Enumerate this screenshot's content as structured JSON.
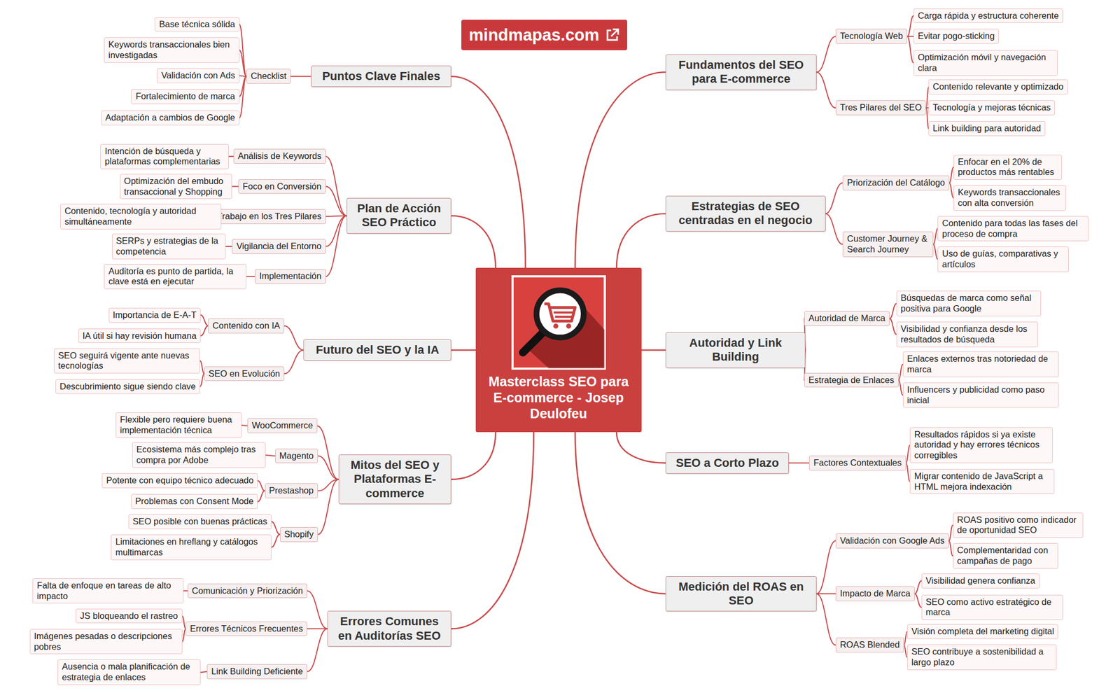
{
  "diagram": {
    "nodes": [
      {
        "text": [
          "Masterclass SEO para E-commerce - Josep Deulofeu"
        ]
      },
      {
        "text": [
          "Fundamentos del SEO para E-commerce"
        ]
      },
      {
        "text": [
          "Tecnología Web"
        ]
      },
      {
        "text": [
          "Carga rápida y estructura coherente"
        ]
      },
      {
        "text": [
          "Evitar pogo-sticking"
        ]
      },
      {
        "text": [
          "Optimización móvil y navegación clara"
        ]
      },
      {
        "text": [
          "Tres Pilares del SEO"
        ]
      },
      {
        "text": [
          "Contenido relevante y optimizado"
        ]
      },
      {
        "text": [
          "Tecnología y mejoras técnicas"
        ]
      },
      {
        "text": [
          "Link building para autoridad"
        ]
      },
      {
        "text": [
          "Estrategias de SEO centradas en el negocio"
        ]
      },
      {
        "text": [
          "Priorización del Catálogo"
        ]
      },
      {
        "text": [
          "Enfocar en el 20% de productos más rentables"
        ]
      },
      {
        "text": [
          "Keywords transaccionales con alta conversión"
        ]
      },
      {
        "text": [
          "Customer Journey & Search Journey"
        ]
      },
      {
        "text": [
          "Contenido para todas las fases del proceso de compra"
        ]
      },
      {
        "text": [
          "Uso de guías, comparativas y artículos"
        ]
      },
      {
        "text": [
          "Autoridad y Link Building"
        ]
      },
      {
        "text": [
          "Autoridad de Marca"
        ]
      },
      {
        "text": [
          "Búsquedas de marca como señal positiva para Google"
        ]
      },
      {
        "text": [
          "Visibilidad y confianza desde los resultados de búsqueda"
        ]
      },
      {
        "text": [
          "Estrategia de Enlaces"
        ]
      },
      {
        "text": [
          "Enlaces externos tras notoriedad de marca"
        ]
      },
      {
        "text": [
          "Influencers y publicidad como paso inicial"
        ]
      },
      {
        "text": [
          "SEO a Corto Plazo"
        ]
      },
      {
        "text": [
          "Factores Contextuales"
        ]
      },
      {
        "text": [
          "Resultados rápidos si ya existe autoridad y hay errores técnicos corregibles"
        ]
      },
      {
        "text": [
          "Migrar contenido de JavaScript a HTML mejora indexación"
        ]
      },
      {
        "text": [
          "Medición del ROAS en SEO"
        ]
      },
      {
        "text": [
          "Validación con Google Ads"
        ]
      },
      {
        "text": [
          "ROAS positivo como indicador de oportunidad SEO"
        ]
      },
      {
        "text": [
          "Complementaridad con campañas de pago"
        ]
      },
      {
        "text": [
          "Impacto de Marca"
        ]
      },
      {
        "text": [
          "Visibilidad genera confianza"
        ]
      },
      {
        "text": [
          "SEO como activo estratégico de marca"
        ]
      },
      {
        "text": [
          "ROAS Blended"
        ]
      },
      {
        "text": [
          "Visión completa del marketing digital"
        ]
      },
      {
        "text": [
          "SEO contribuye a sostenibilidad a largo plazo"
        ]
      },
      {
        "text": [
          "Puntos Clave Finales"
        ]
      },
      {
        "text": [
          "Checklist"
        ]
      },
      {
        "text": [
          "Base técnica sólida"
        ]
      },
      {
        "text": [
          "Keywords transaccionales bien investigadas"
        ]
      },
      {
        "text": [
          "Validación con Ads"
        ]
      },
      {
        "text": [
          "Fortalecimiento de marca"
        ]
      },
      {
        "text": [
          "Adaptación a cambios de Google"
        ]
      },
      {
        "text": [
          "Plan de Acción SEO Práctico"
        ]
      },
      {
        "text": [
          "Análisis de Keywords"
        ]
      },
      {
        "text": [
          "Intención de búsqueda y plataformas complementarias"
        ]
      },
      {
        "text": [
          "Foco en Conversión"
        ]
      },
      {
        "text": [
          "Optimización del embudo transaccional y Shopping"
        ]
      },
      {
        "text": [
          "Trabajo en los Tres Pilares"
        ]
      },
      {
        "text": [
          "Contenido, tecnología y autoridad simultáneamente"
        ]
      },
      {
        "text": [
          "Vigilancia del Entorno"
        ]
      },
      {
        "text": [
          "SERPs y estrategias de la competencia"
        ]
      },
      {
        "text": [
          "Implementación"
        ]
      },
      {
        "text": [
          "Auditoría es punto de partida, la clave está en ejecutar"
        ]
      },
      {
        "text": [
          "Futuro del SEO y la IA"
        ]
      },
      {
        "text": [
          "Contenido con IA"
        ]
      },
      {
        "text": [
          "Importancia de E-A-T"
        ]
      },
      {
        "text": [
          "IA útil si hay revisión humana"
        ]
      },
      {
        "text": [
          "SEO en Evolución"
        ]
      },
      {
        "text": [
          "SEO seguirá vigente ante nuevas tecnologías"
        ]
      },
      {
        "text": [
          "Descubrimiento sigue siendo clave"
        ]
      },
      {
        "text": [
          "Mitos del SEO y Plataformas E-commerce"
        ]
      },
      {
        "text": [
          "WooCommerce"
        ]
      },
      {
        "text": [
          "Flexible pero requiere buena implementación técnica"
        ]
      },
      {
        "text": [
          "Magento"
        ]
      },
      {
        "text": [
          "Ecosistema más complejo tras compra por Adobe"
        ]
      },
      {
        "text": [
          "Prestashop"
        ]
      },
      {
        "text": [
          "Potente con equipo técnico adecuado"
        ]
      },
      {
        "text": [
          "Problemas con Consent Mode"
        ]
      },
      {
        "text": [
          "Shopify"
        ]
      },
      {
        "text": [
          "SEO posible con buenas prácticas"
        ]
      },
      {
        "text": [
          "Limitaciones en hreflang y catálogos multimarcas"
        ]
      },
      {
        "text": [
          "Errores Comunes en Auditorías SEO"
        ]
      },
      {
        "text": [
          "Comunicación y Priorización"
        ]
      },
      {
        "text": [
          "Falta de enfoque en tareas de alto impacto"
        ]
      },
      {
        "text": [
          "Errores Técnicos Frecuentes"
        ]
      },
      {
        "text": [
          "JS bloqueando el rastreo"
        ]
      },
      {
        "text": [
          "Imágenes pesadas o descripciones pobres"
        ]
      },
      {
        "text": [
          "Link Building Deficiente"
        ]
      },
      {
        "text": [
          "Ausencia o mala planificación de estrategia de enlaces"
        ]
      }
    ],
    "edges": [
      {
        "from": 0,
        "to": 1,
        "arrow": "none"
      },
      {
        "from": 1,
        "to": 2,
        "arrow": "none"
      },
      {
        "from": 2,
        "to": 3,
        "arrow": "none"
      },
      {
        "from": 2,
        "to": 4,
        "arrow": "none"
      },
      {
        "from": 2,
        "to": 5,
        "arrow": "none"
      },
      {
        "from": 1,
        "to": 6,
        "arrow": "none"
      },
      {
        "from": 6,
        "to": 7,
        "arrow": "none"
      },
      {
        "from": 6,
        "to": 8,
        "arrow": "none"
      },
      {
        "from": 6,
        "to": 9,
        "arrow": "none"
      },
      {
        "from": 0,
        "to": 10,
        "arrow": "none"
      },
      {
        "from": 10,
        "to": 11,
        "arrow": "none"
      },
      {
        "from": 11,
        "to": 12,
        "arrow": "none"
      },
      {
        "from": 11,
        "to": 13,
        "arrow": "none"
      },
      {
        "from": 10,
        "to": 14,
        "arrow": "none"
      },
      {
        "from": 14,
        "to": 15,
        "arrow": "none"
      },
      {
        "from": 14,
        "to": 16,
        "arrow": "none"
      },
      {
        "from": 0,
        "to": 17,
        "arrow": "none"
      },
      {
        "from": 17,
        "to": 18,
        "arrow": "none"
      },
      {
        "from": 18,
        "to": 19,
        "arrow": "none"
      },
      {
        "from": 18,
        "to": 20,
        "arrow": "none"
      },
      {
        "from": 17,
        "to": 21,
        "arrow": "none"
      },
      {
        "from": 21,
        "to": 22,
        "arrow": "none"
      },
      {
        "from": 21,
        "to": 23,
        "arrow": "none"
      },
      {
        "from": 0,
        "to": 24,
        "arrow": "none"
      },
      {
        "from": 24,
        "to": 25,
        "arrow": "none"
      },
      {
        "from": 25,
        "to": 26,
        "arrow": "none"
      },
      {
        "from": 25,
        "to": 27,
        "arrow": "none"
      },
      {
        "from": 0,
        "to": 28,
        "arrow": "none"
      },
      {
        "from": 28,
        "to": 29,
        "arrow": "none"
      },
      {
        "from": 29,
        "to": 30,
        "arrow": "none"
      },
      {
        "from": 29,
        "to": 31,
        "arrow": "none"
      },
      {
        "from": 28,
        "to": 32,
        "arrow": "none"
      },
      {
        "from": 32,
        "to": 33,
        "arrow": "none"
      },
      {
        "from": 32,
        "to": 34,
        "arrow": "none"
      },
      {
        "from": 28,
        "to": 35,
        "arrow": "none"
      },
      {
        "from": 35,
        "to": 36,
        "arrow": "none"
      },
      {
        "from": 35,
        "to": 37,
        "arrow": "none"
      },
      {
        "from": 0,
        "to": 38,
        "arrow": "none"
      },
      {
        "from": 38,
        "to": 39,
        "arrow": "none"
      },
      {
        "from": 39,
        "to": 40,
        "arrow": "none"
      },
      {
        "from": 39,
        "to": 41,
        "arrow": "none"
      },
      {
        "from": 39,
        "to": 42,
        "arrow": "none"
      },
      {
        "from": 39,
        "to": 43,
        "arrow": "none"
      },
      {
        "from": 39,
        "to": 44,
        "arrow": "none"
      },
      {
        "from": 0,
        "to": 45,
        "arrow": "none"
      },
      {
        "from": 45,
        "to": 46,
        "arrow": "none"
      },
      {
        "from": 46,
        "to": 47,
        "arrow": "none"
      },
      {
        "from": 45,
        "to": 48,
        "arrow": "none"
      },
      {
        "from": 48,
        "to": 49,
        "arrow": "none"
      },
      {
        "from": 45,
        "to": 50,
        "arrow": "none"
      },
      {
        "from": 50,
        "to": 51,
        "arrow": "none"
      },
      {
        "from": 45,
        "to": 52,
        "arrow": "none"
      },
      {
        "from": 52,
        "to": 53,
        "arrow": "none"
      },
      {
        "from": 45,
        "to": 54,
        "arrow": "none"
      },
      {
        "from": 54,
        "to": 55,
        "arrow": "none"
      },
      {
        "from": 0,
        "to": 56,
        "arrow": "none"
      },
      {
        "from": 56,
        "to": 57,
        "arrow": "none"
      },
      {
        "from": 57,
        "to": 58,
        "arrow": "none"
      },
      {
        "from": 57,
        "to": 59,
        "arrow": "none"
      },
      {
        "from": 56,
        "to": 60,
        "arrow": "none"
      },
      {
        "from": 60,
        "to": 61,
        "arrow": "none"
      },
      {
        "from": 60,
        "to": 62,
        "arrow": "none"
      },
      {
        "from": 0,
        "to": 63,
        "arrow": "none"
      },
      {
        "from": 63,
        "to": 64,
        "arrow": "none"
      },
      {
        "from": 64,
        "to": 65,
        "arrow": "none"
      },
      {
        "from": 63,
        "to": 66,
        "arrow": "none"
      },
      {
        "from": 66,
        "to": 67,
        "arrow": "none"
      },
      {
        "from": 63,
        "to": 68,
        "arrow": "none"
      },
      {
        "from": 68,
        "to": 69,
        "arrow": "none"
      },
      {
        "from": 68,
        "to": 70,
        "arrow": "none"
      },
      {
        "from": 63,
        "to": 71,
        "arrow": "none"
      },
      {
        "from": 71,
        "to": 72,
        "arrow": "none"
      },
      {
        "from": 71,
        "to": 73,
        "arrow": "none"
      },
      {
        "from": 0,
        "to": 74,
        "arrow": "none"
      },
      {
        "from": 74,
        "to": 75,
        "arrow": "none"
      },
      {
        "from": 75,
        "to": 76,
        "arrow": "none"
      },
      {
        "from": 74,
        "to": 77,
        "arrow": "none"
      },
      {
        "from": 77,
        "to": 78,
        "arrow": "none"
      },
      {
        "from": 77,
        "to": 79,
        "arrow": "none"
      },
      {
        "from": 74,
        "to": 80,
        "arrow": "none"
      },
      {
        "from": 80,
        "to": 81,
        "arrow": "none"
      }
    ],
    "labels": [
      "mindmapas.com"
    ]
  }
}
